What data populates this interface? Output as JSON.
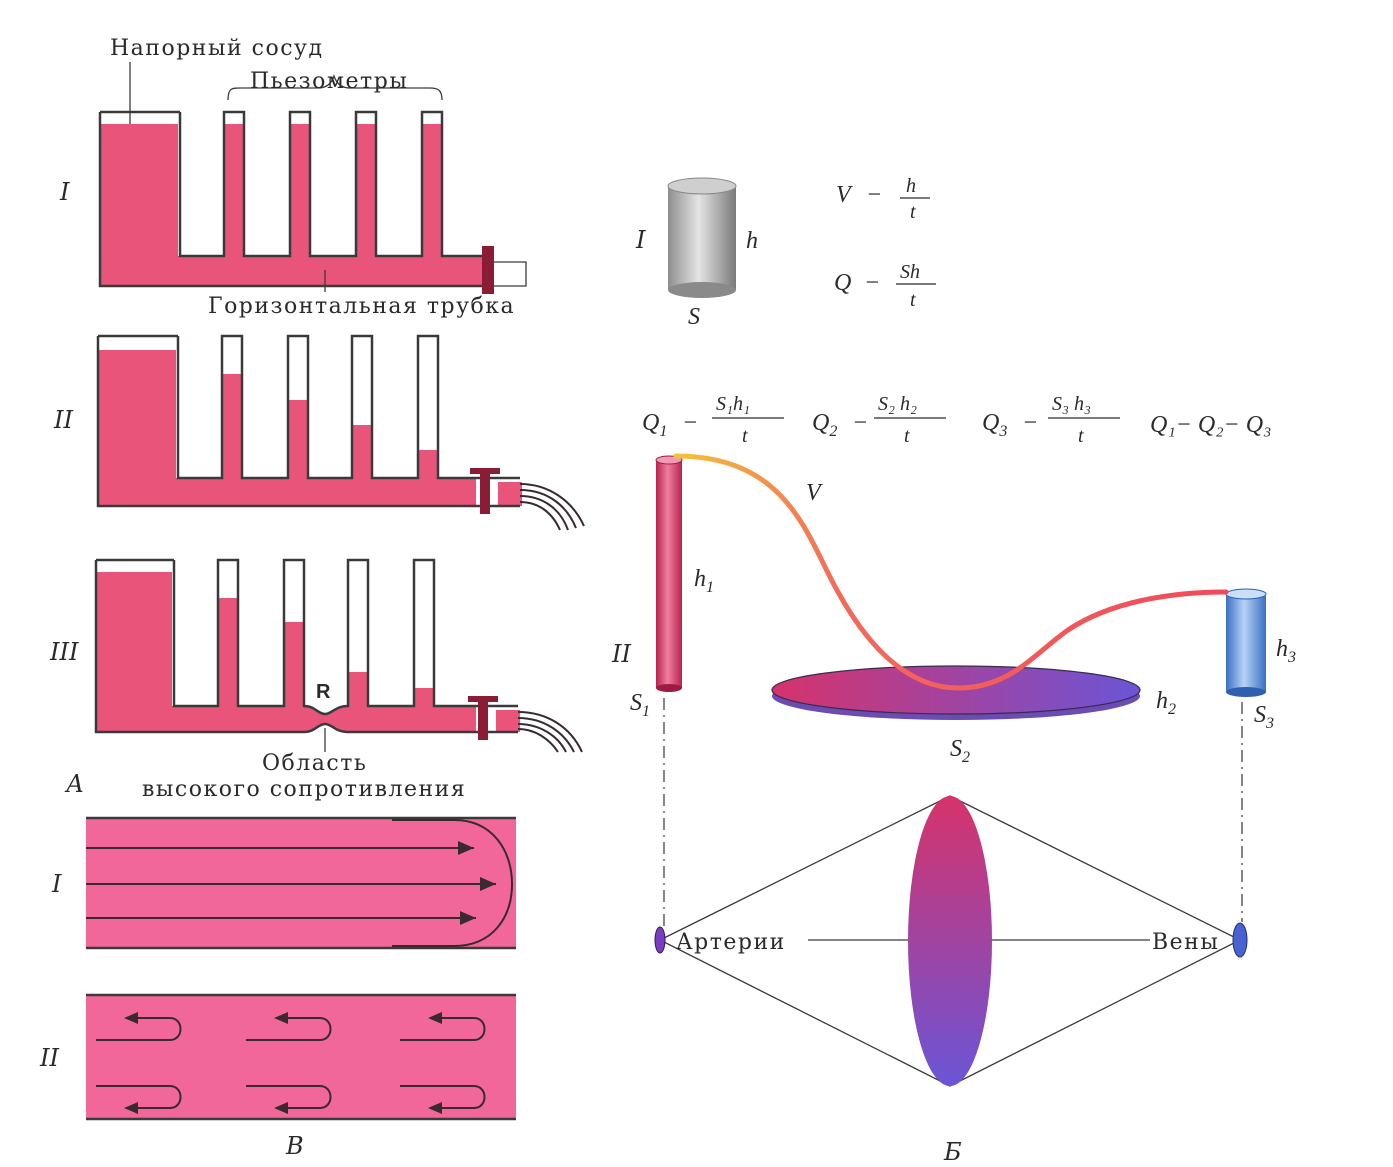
{
  "labels": {
    "pressure_vessel": "Напорный сосуд",
    "piezometers": "Пьезометры",
    "horizontal_tube": "Горизонтальная трубка",
    "resistance_mark": "R",
    "high_resistance_area_line1": "Область",
    "high_resistance_area_line2": "высокого сопротивления",
    "arteries": "Артерии",
    "veins": "Вены"
  },
  "panels": {
    "a": "А",
    "b": "Б",
    "v": "В"
  },
  "roman": {
    "one": "I",
    "two": "II",
    "three": "III"
  },
  "symbols": {
    "h": "h",
    "S": "S",
    "V": "V",
    "h1": "h",
    "h1_sub": "1",
    "h2": "h",
    "h2_sub": "2",
    "h3": "h",
    "h3_sub": "3",
    "S1": "S",
    "S1_sub": "1",
    "S2": "S",
    "S2_sub": "2",
    "S3": "S",
    "S3_sub": "3"
  },
  "formulas": {
    "velocity": {
      "lhs": "V",
      "eq": "−",
      "num": "h",
      "den": "t"
    },
    "flow": {
      "lhs": "Q",
      "eq": "−",
      "num": "Sh",
      "den": "t"
    },
    "q1": {
      "lhs": "Q",
      "lhs_sub": "1",
      "eq": "−",
      "num": "S₁h₁",
      "den": "t"
    },
    "q2": {
      "lhs": "Q",
      "lhs_sub": "2",
      "eq": "−",
      "num": "S₂ h₂",
      "den": "t"
    },
    "q3": {
      "lhs": "Q",
      "lhs_sub": "3",
      "eq": "−",
      "num": "S₃ h₃",
      "den": "t"
    },
    "equality": "Q₁− Q₂− Q₃"
  },
  "colors": {
    "liquid": "#e8547a",
    "flow_pink": "#ee6f95",
    "arterial": "#d6336c",
    "capillary": "#7b52c9",
    "venous": "#4a7fd4"
  },
  "piezometer_levels": {
    "I": [
      1.0,
      1.0,
      1.0,
      1.0
    ],
    "II": [
      0.81,
      0.62,
      0.43,
      0.24
    ],
    "III": [
      0.79,
      0.62,
      0.27,
      0.14
    ]
  }
}
